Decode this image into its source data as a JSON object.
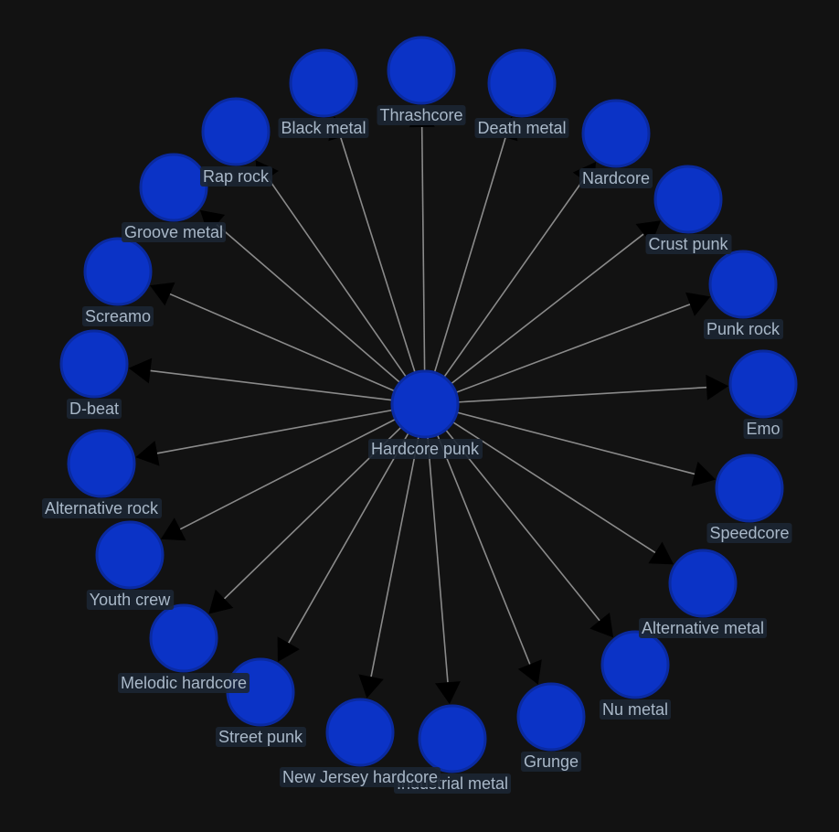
{
  "graph": {
    "colors": {
      "background": "#121212",
      "node_fill": "#0b33c6",
      "node_stroke": "#0a2aa0",
      "edge": "#8a8a8a",
      "arrow": "#000000",
      "label_text": "#a9b8c8",
      "label_bg": "#1c2633"
    },
    "center": {
      "id": "hardcore-punk",
      "label": "Hardcore punk"
    },
    "nodes": [
      {
        "id": "thrashcore",
        "label": "Thrashcore"
      },
      {
        "id": "death-metal",
        "label": "Death metal"
      },
      {
        "id": "nardcore",
        "label": "Nardcore"
      },
      {
        "id": "crust-punk",
        "label": "Crust punk"
      },
      {
        "id": "punk-rock",
        "label": "Punk rock"
      },
      {
        "id": "emo",
        "label": "Emo"
      },
      {
        "id": "speedcore",
        "label": "Speedcore"
      },
      {
        "id": "alternative-metal",
        "label": "Alternative metal"
      },
      {
        "id": "nu-metal",
        "label": "Nu metal"
      },
      {
        "id": "grunge",
        "label": "Grunge"
      },
      {
        "id": "industrial-metal",
        "label": "Industrial metal"
      },
      {
        "id": "new-jersey-hardcore",
        "label": "New Jersey hardcore"
      },
      {
        "id": "street-punk",
        "label": "Street punk"
      },
      {
        "id": "melodic-hardcore",
        "label": "Melodic hardcore"
      },
      {
        "id": "youth-crew",
        "label": "Youth crew"
      },
      {
        "id": "alternative-rock",
        "label": "Alternative rock"
      },
      {
        "id": "d-beat",
        "label": "D-beat"
      },
      {
        "id": "screamo",
        "label": "Screamo"
      },
      {
        "id": "groove-metal",
        "label": "Groove metal"
      },
      {
        "id": "rap-rock",
        "label": "Rap rock"
      },
      {
        "id": "black-metal",
        "label": "Black metal"
      }
    ]
  }
}
